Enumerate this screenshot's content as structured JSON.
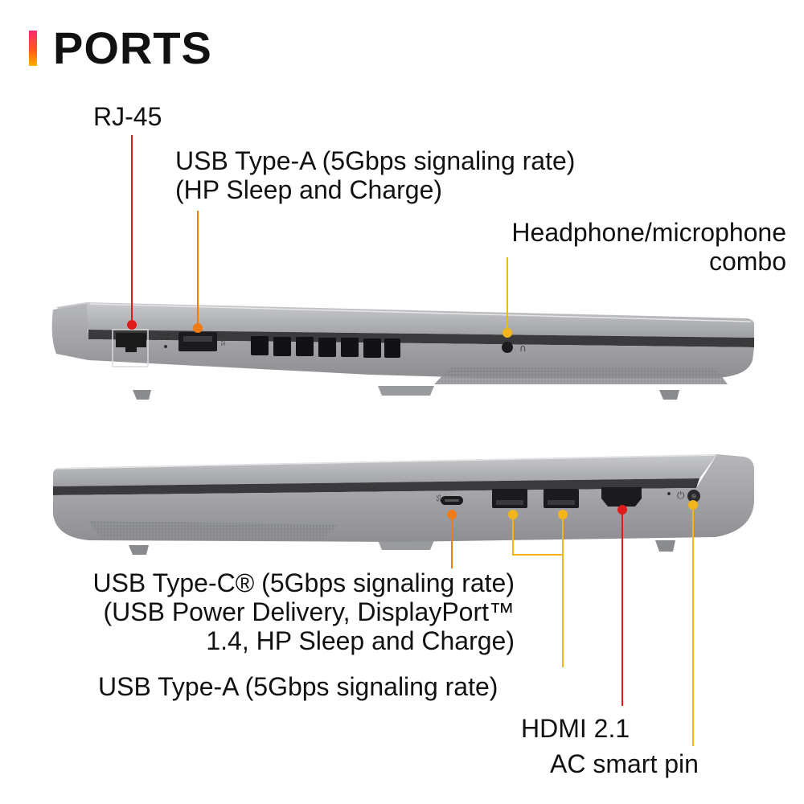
{
  "header": {
    "title": "PORTS",
    "accent_colors": [
      "#ff2a6d",
      "#ff5a1f",
      "#ffb000"
    ]
  },
  "top_side_labels": {
    "rj45": "RJ-45",
    "usb_a_top": {
      "line1": "USB Type-A (5Gbps signaling rate)",
      "line2": "(HP Sleep and Charge)"
    },
    "headphone": {
      "line1": "Headphone/microphone",
      "line2": "combo"
    }
  },
  "bottom_side_labels": {
    "usb_c": {
      "line1": "USB Type-C® (5Gbps signaling rate)",
      "line2": "(USB Power Delivery, DisplayPort™",
      "line3": "1.4, HP Sleep and Charge)"
    },
    "usb_a_bottom": "USB Type-A (5Gbps signaling rate)",
    "hdmi": "HDMI 2.1",
    "ac_pin": "AC smart pin"
  },
  "colors": {
    "red": "#e01b1b",
    "orange": "#f07a16",
    "gold": "#f2b51a",
    "chassis": "#a9aaad"
  }
}
